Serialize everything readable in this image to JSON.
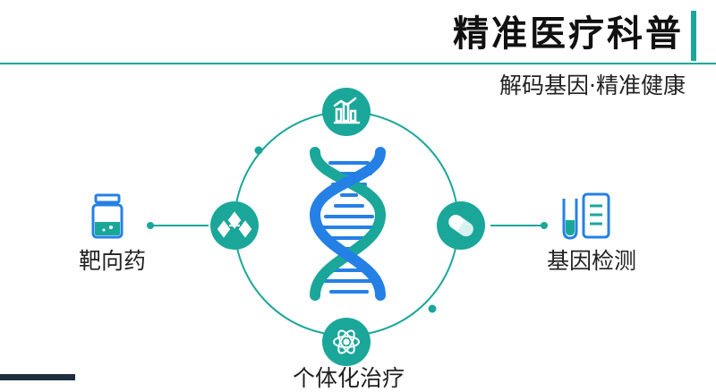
{
  "header": {
    "title": "精准医疗科普",
    "subtitle": "解码基因·精准健康"
  },
  "nodes": {
    "top": {
      "icon": "chart-data-icon"
    },
    "left": {
      "icon": "molecule-icon",
      "label": "靶向药",
      "side_icon": "medicine-bottle-icon"
    },
    "right": {
      "icon": "capsule-icon",
      "label": "基因检测",
      "side_icon": "test-tube-clipboard-icon"
    },
    "bottom": {
      "icon": "atom-icon",
      "label": "个体化治疗"
    },
    "center": {
      "icon": "dna-helix-icon"
    }
  },
  "colors": {
    "teal": "#1aa79a",
    "blue": "#2580e6",
    "dark": "#111111"
  }
}
